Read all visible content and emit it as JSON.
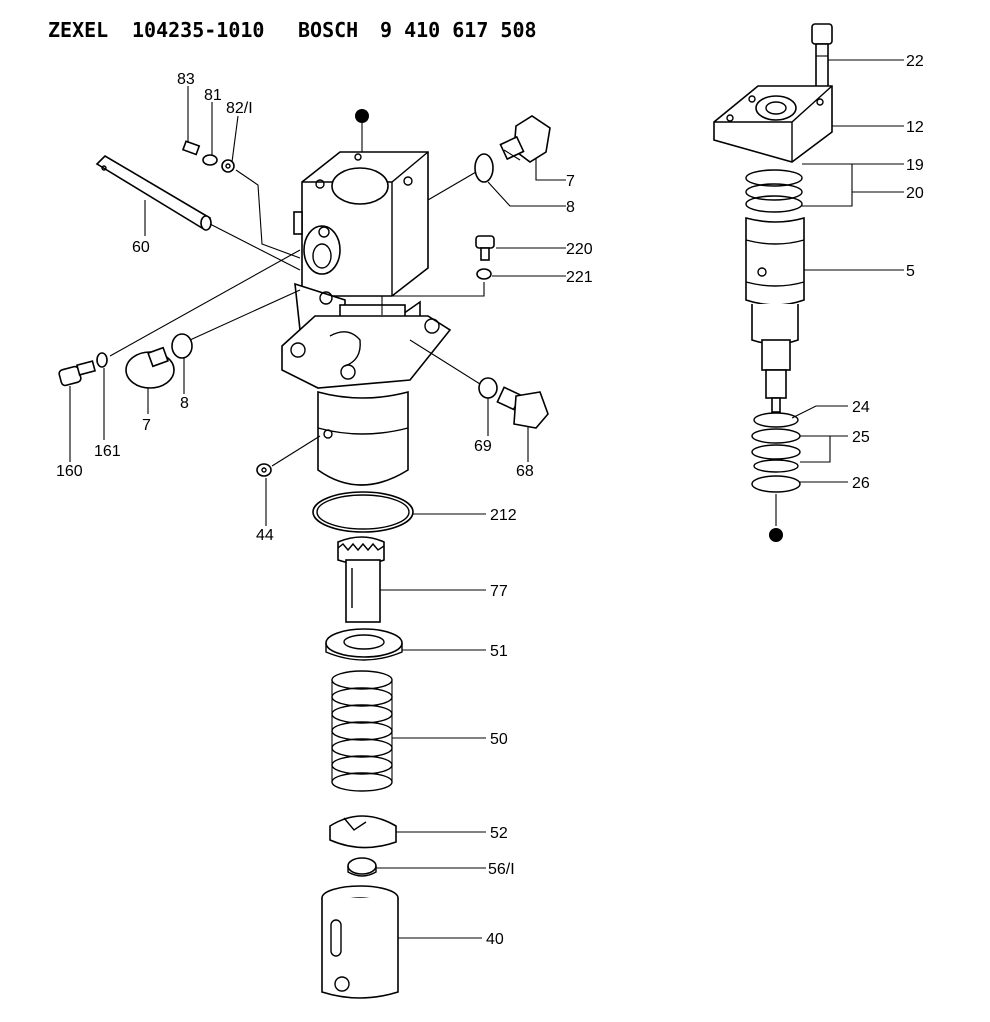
{
  "header": {
    "brand1": "ZEXEL",
    "code1": "104235-1010",
    "brand2": "BOSCH",
    "code2": "9 410 617 508"
  },
  "callouts": {
    "c83": "83",
    "c81": "81",
    "c82_1": "82/I",
    "c7a": "7",
    "c8a": "8",
    "c60": "60",
    "c220": "220",
    "c221": "221",
    "c160": "160",
    "c161": "161",
    "c7b": "7",
    "c8b": "8",
    "c69": "69",
    "c68": "68",
    "c44": "44",
    "c212": "212",
    "c77": "77",
    "c51": "51",
    "c50": "50",
    "c52": "52",
    "c56_1": "56/I",
    "c40": "40",
    "c22": "22",
    "c12": "12",
    "c19": "19",
    "c20": "20",
    "c5": "5",
    "c24": "24",
    "c25": "25",
    "c26": "26"
  }
}
